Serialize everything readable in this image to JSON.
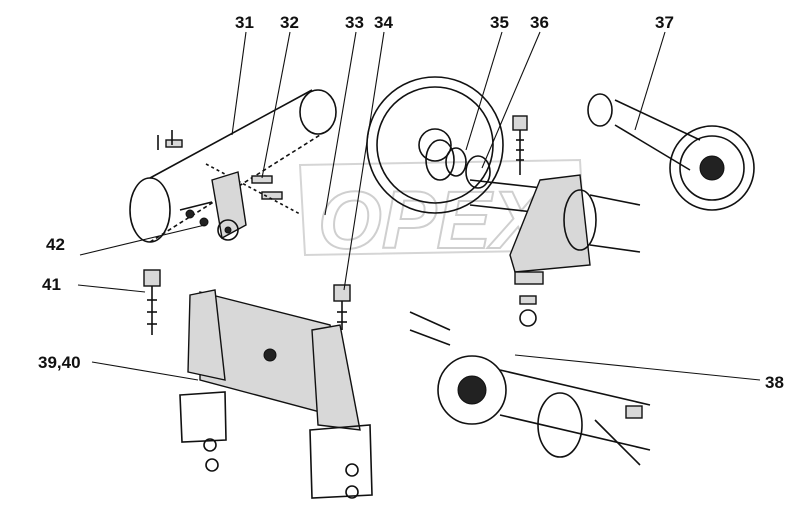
{
  "watermark": "OPEX",
  "callouts": [
    {
      "id": "c31",
      "text": "31"
    },
    {
      "id": "c32",
      "text": "32"
    },
    {
      "id": "c33",
      "text": "33"
    },
    {
      "id": "c34",
      "text": "34"
    },
    {
      "id": "c35",
      "text": "35"
    },
    {
      "id": "c36",
      "text": "36"
    },
    {
      "id": "c37",
      "text": "37"
    },
    {
      "id": "c38",
      "text": "38"
    },
    {
      "id": "c3940",
      "text": "39,40"
    },
    {
      "id": "c41",
      "text": "41"
    },
    {
      "id": "c42",
      "text": "42"
    }
  ]
}
